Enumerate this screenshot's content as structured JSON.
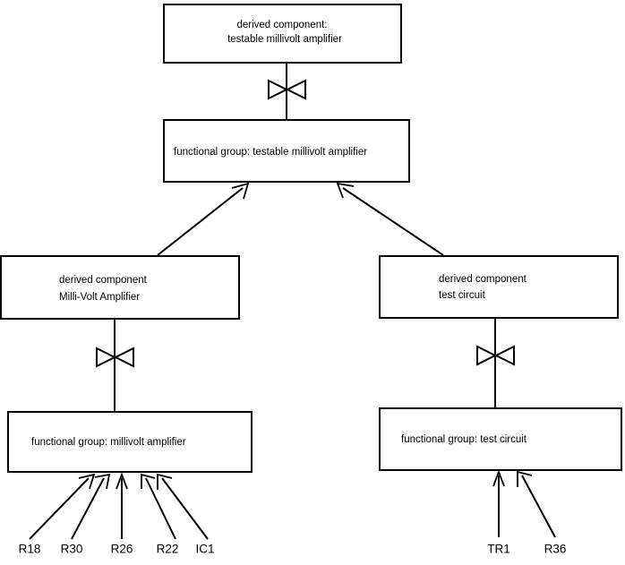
{
  "diagram": {
    "type": "component-decomposition-tree",
    "background_color": "#ffffff",
    "line_color": "#000000",
    "nodes": {
      "derived_testable_amp": {
        "line1": "derived component:",
        "line2": "testable millivolt amplifier"
      },
      "fg_testable_amp": {
        "line1": "functional group: testable millivolt amplifier"
      },
      "derived_mv_amp": {
        "line1": "derived component",
        "line2": "Milli-Volt Amplifier"
      },
      "derived_test_circuit": {
        "line1": "derived component",
        "line2": "test circuit"
      },
      "fg_mv_amp": {
        "line1": "functional group: millivolt amplifier"
      },
      "fg_test_circuit": {
        "line1": "functional group: test circuit"
      }
    },
    "leaf_labels_left": [
      {
        "label": "R18"
      },
      {
        "label": "R30"
      },
      {
        "label": "R26"
      },
      {
        "label": "R22"
      },
      {
        "label": "IC1"
      }
    ],
    "leaf_labels_right": [
      {
        "label": "TR1"
      },
      {
        "label": "R36"
      }
    ],
    "connector_symbols": [
      {
        "name": "bowtie-realization-top"
      },
      {
        "name": "bowtie-realization-left"
      },
      {
        "name": "bowtie-realization-right"
      }
    ]
  }
}
